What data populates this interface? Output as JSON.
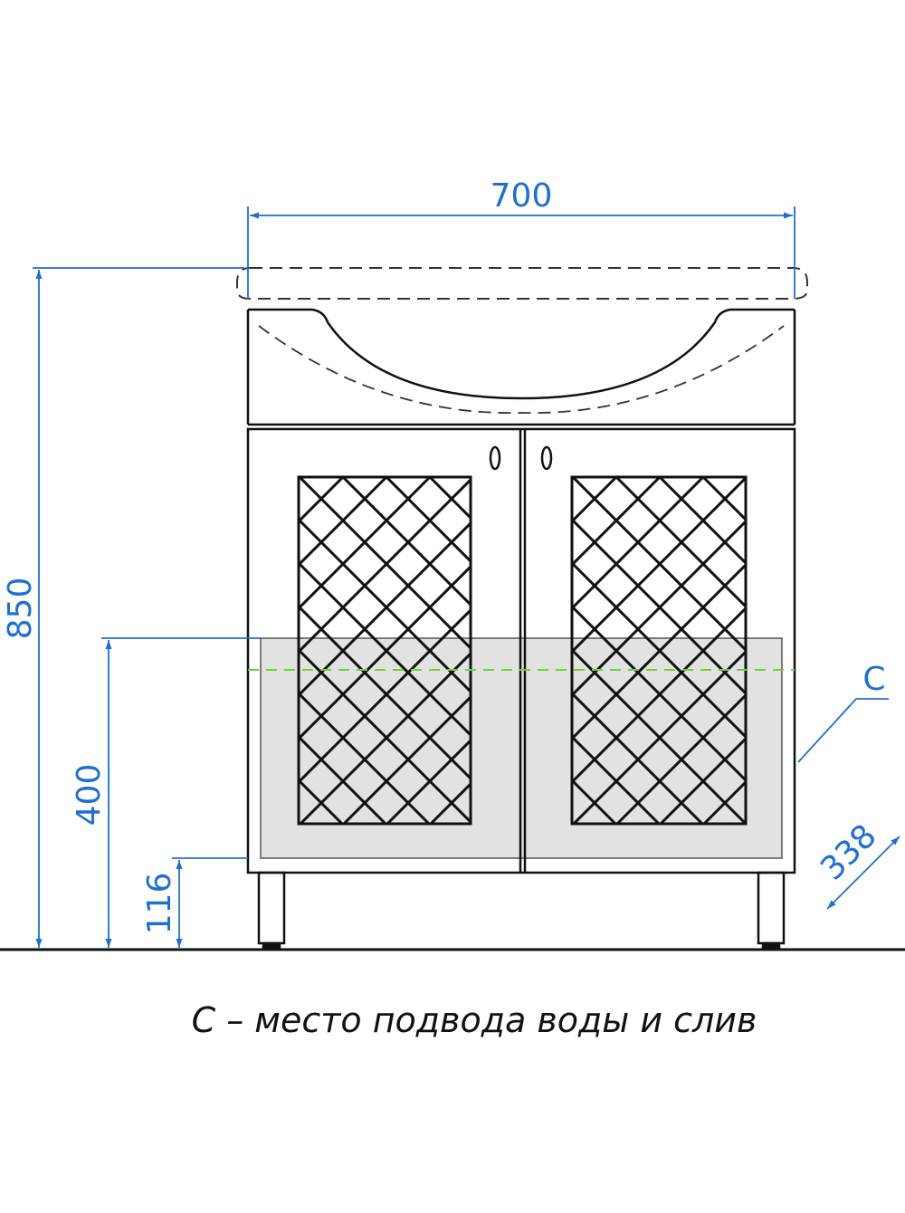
{
  "dimensions": {
    "width": "700",
    "height": "850",
    "drain_height": "400",
    "leg_height": "116",
    "depth": "338"
  },
  "marker": {
    "label": "C"
  },
  "caption": "С – место подвода воды и слив",
  "colors": {
    "dimension": "#1f6fd1",
    "outline": "#111111",
    "water_line": "#6ccf3c",
    "zone_fill": "#e0e0e0"
  }
}
